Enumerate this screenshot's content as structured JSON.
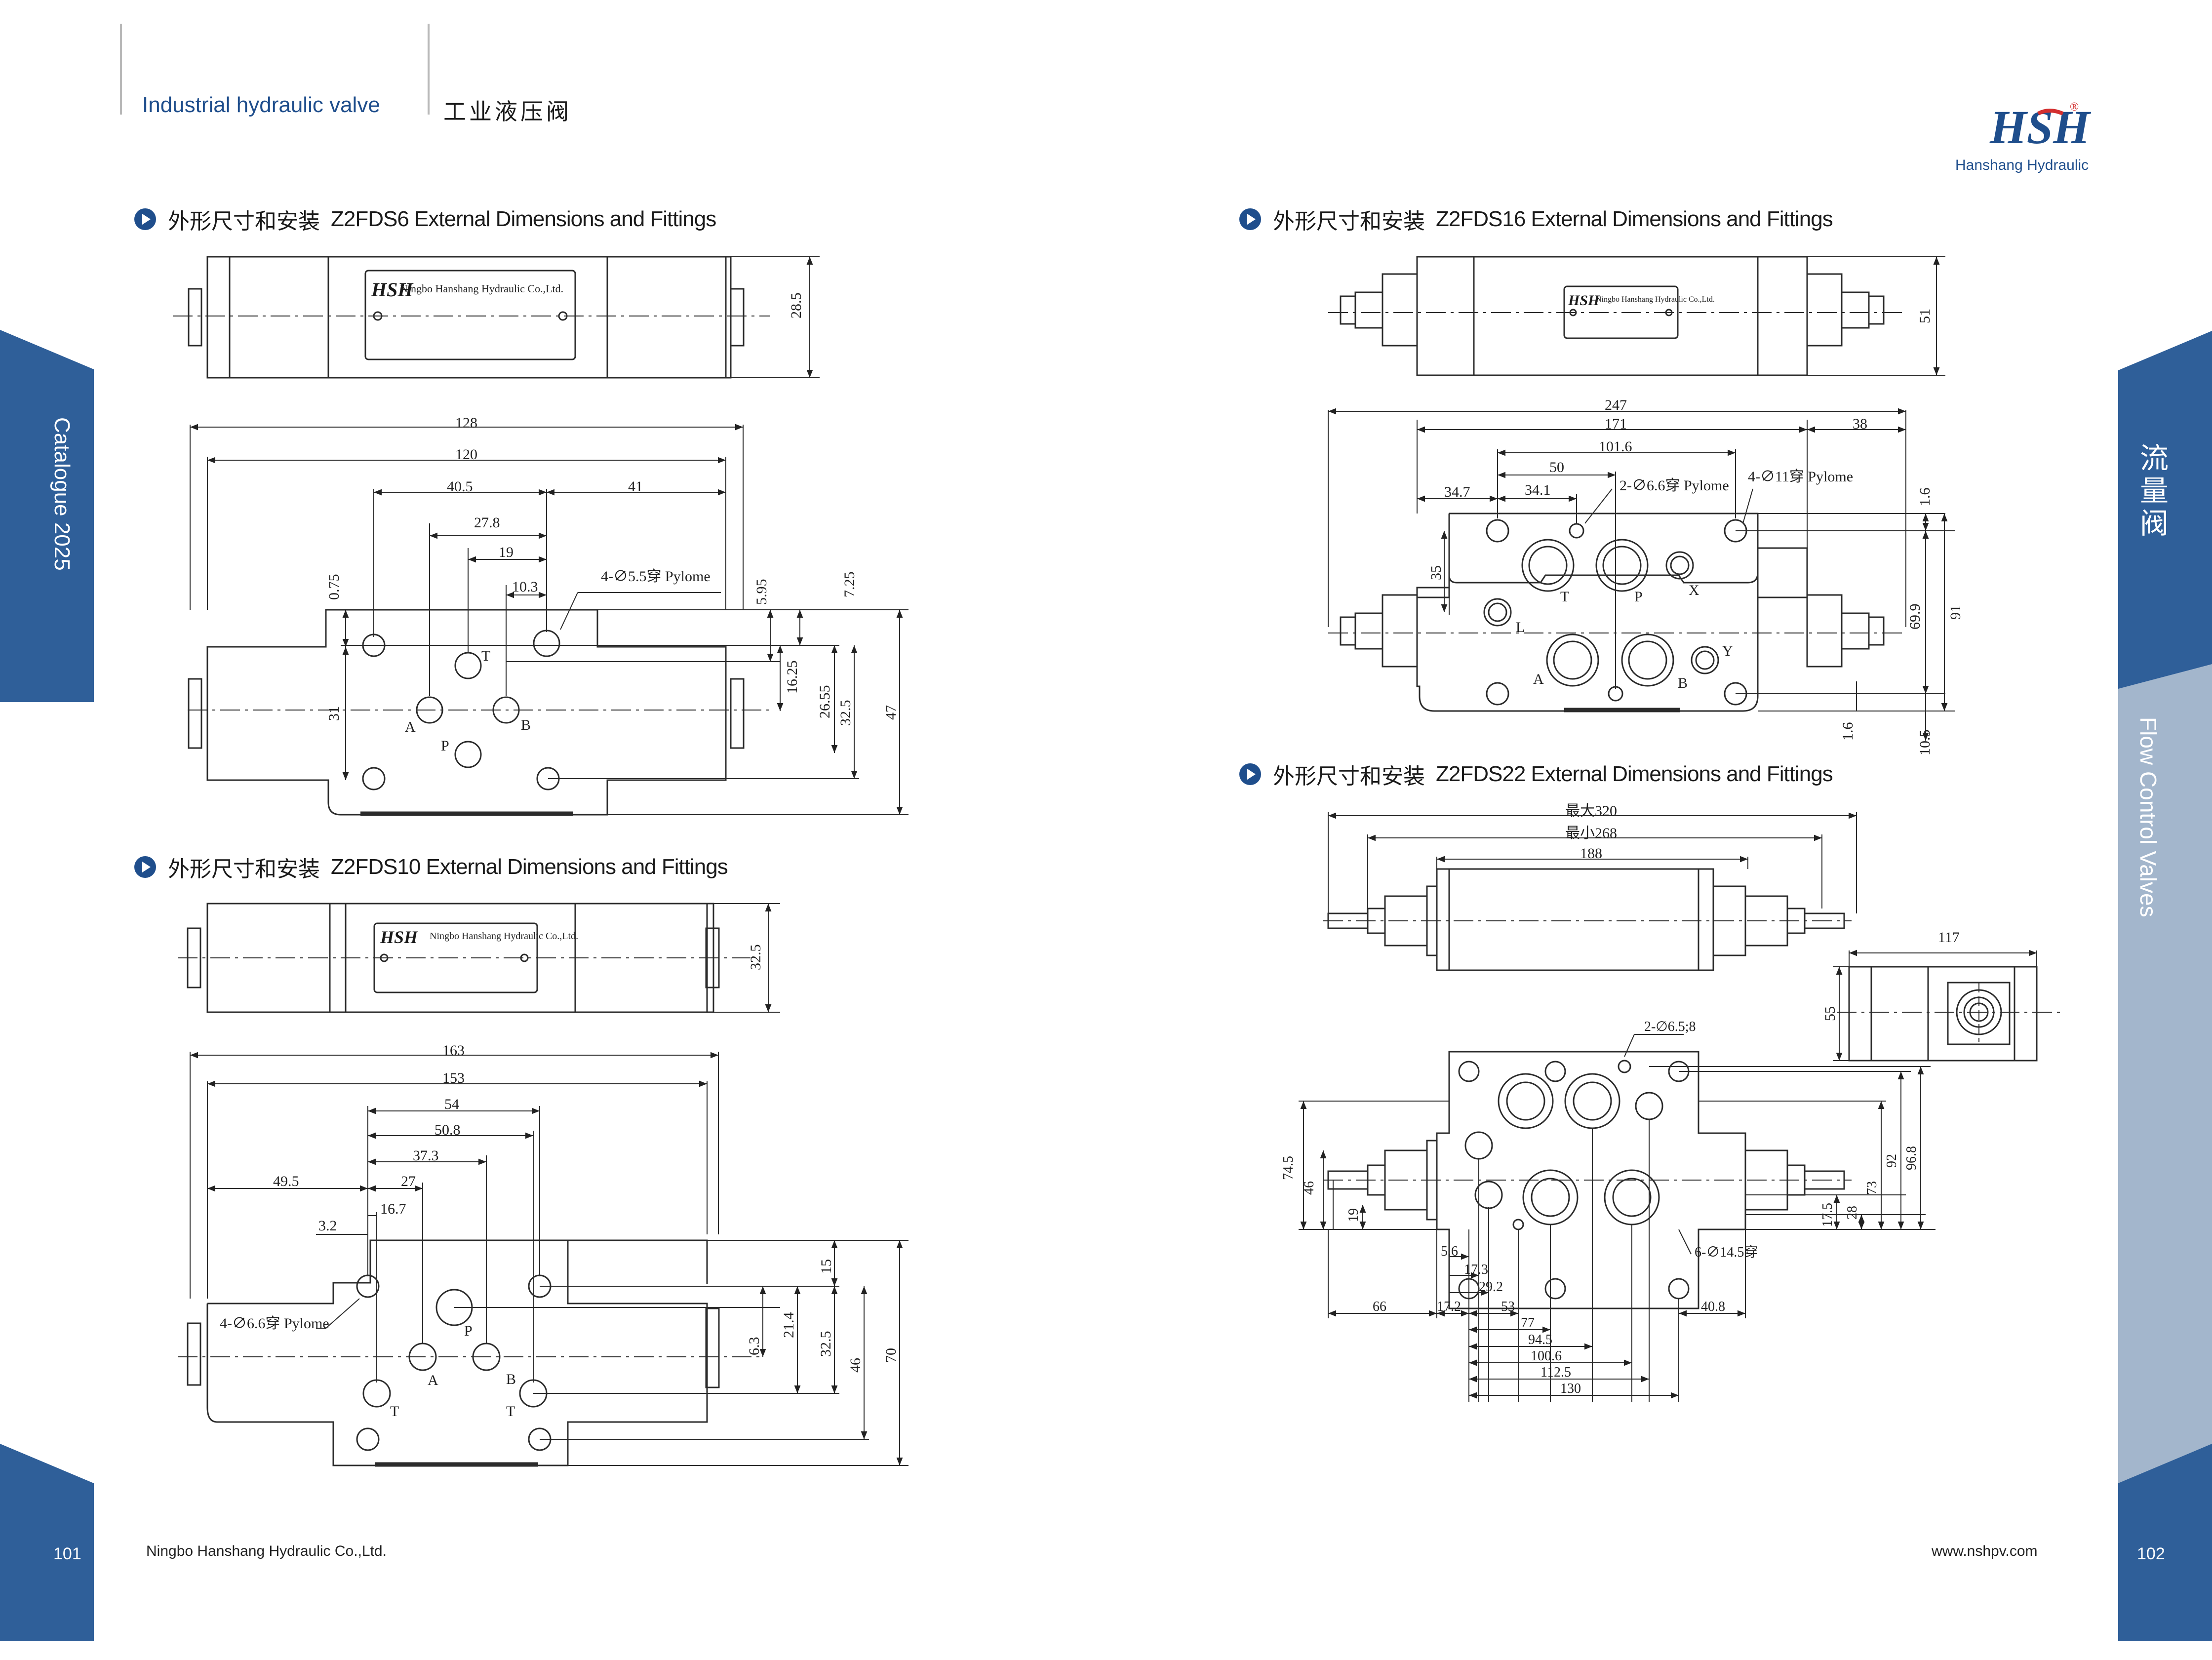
{
  "header": {
    "title_en": "Industrial hydraulic valve",
    "title_cn": "工业液压阀",
    "brand_name": "Hanshang Hydraulic",
    "brand_mark": "HSH",
    "registered": "®"
  },
  "side_tabs": {
    "left_label": "Catalogue 2025",
    "right_label_cn": "流量阀",
    "right_label_en": "Flow Control Valves"
  },
  "footer": {
    "company": "Ningbo Hanshang Hydraulic Co.,Ltd.",
    "website": "www.nshpv.com",
    "page_left": "101",
    "page_right": "102"
  },
  "sections": [
    {
      "title_cn": "外形尺寸和安装",
      "title_en": "Z2FDS6 External Dimensions and Fittings"
    },
    {
      "title_cn": "外形尺寸和安装",
      "title_en": "Z2FDS10 External Dimensions and Fittings"
    },
    {
      "title_cn": "外形尺寸和安装",
      "title_en": "Z2FDS16 External Dimensions and Fittings"
    },
    {
      "title_cn": "外形尺寸和安装",
      "title_en": "Z2FDS22 External Dimensions and Fittings"
    }
  ],
  "nameplate_text": "Ningbo Hanshang Hydraulic Co.,Ltd.",
  "dims_z2fds6": {
    "height_top": "28.5",
    "d128": "128",
    "d120": "120",
    "d40_5": "40.5",
    "d41": "41",
    "d27_8": "27.8",
    "d19": "19",
    "d10_3": "10.3",
    "hole_note": "4-∅5.5穿 Pylome",
    "d0_75": "0.75",
    "d5_95": "5.95",
    "d7_25": "7.25",
    "d31": "31",
    "d16_25": "16.25",
    "d26_55": "26.55",
    "d32_5": "32.5",
    "d47": "47",
    "port_T": "T",
    "port_A": "A",
    "port_B": "B",
    "port_P": "P"
  },
  "dims_z2fds10": {
    "height_top": "32.5",
    "d163": "163",
    "d153": "153",
    "d54": "54",
    "d50_8": "50.8",
    "d37_3": "37.3",
    "d27": "27",
    "d49_5": "49.5",
    "d16_7": "16.7",
    "d3_2": "3.2",
    "hole_note": "4-∅6.6穿 Pylome",
    "d15": "15",
    "d6_3": "6.3",
    "d21_4": "21.4",
    "d32_5": "32.5",
    "d46": "46",
    "d70": "70",
    "port_P": "P",
    "port_A": "A",
    "port_B": "B",
    "port_T": "T"
  },
  "dims_z2fds16": {
    "height_top": "51",
    "d247": "247",
    "d171": "171",
    "d38": "38",
    "d101_6": "101.6",
    "d50": "50",
    "d34_7": "34.7",
    "d34_1": "34.1",
    "note1": "2-∅6.6穿 Pylome",
    "note2": "4-∅11穿 Pylome",
    "d35": "35",
    "d1_6": "1.6",
    "d69_9": "69.9",
    "d91": "91",
    "d10_5": "10.5",
    "port_T": "T",
    "port_P": "P",
    "port_X": "X",
    "port_L": "L",
    "port_A": "A",
    "port_B": "B",
    "port_Y": "Y"
  },
  "dims_z2fds22": {
    "max": "最大320",
    "min": "最小268",
    "d188": "188",
    "d117": "117",
    "d55": "55",
    "note1": "2-∅6.5;8",
    "note2": "6-∅14.5穿",
    "d74_5": "74.5",
    "d46": "46",
    "d19": "19",
    "d92": "92",
    "d96_8": "96.8",
    "d73": "73",
    "d28": "28",
    "d17_5": "17.5",
    "d5_6": "5.6",
    "d17_3": "17.3",
    "d29_2": "29.2",
    "d66": "66",
    "d17_2": "17.2",
    "d53": "53",
    "d77": "77",
    "d94_5": "94.5",
    "d100_6": "100.6",
    "d112_5": "112.5",
    "d130": "130",
    "d40_8": "40.8"
  }
}
